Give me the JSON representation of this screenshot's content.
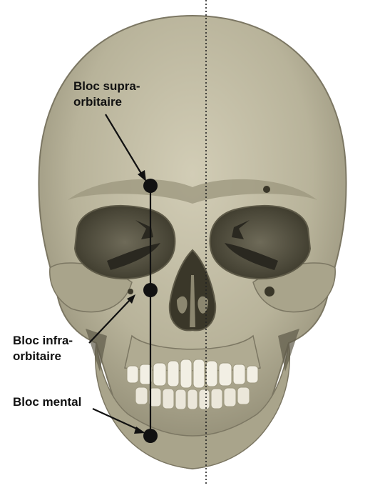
{
  "labels": {
    "supraorbital": {
      "line1": "Bloc supra-",
      "line2": "orbitaire"
    },
    "infraorbital": {
      "line1": "Bloc infra-",
      "line2": "orbitaire"
    },
    "mental": {
      "line1": "Bloc mental"
    }
  },
  "colors": {
    "bone": "#b8b39a",
    "bone_shadow": "#8c8770",
    "bone_dark": "#5e5a48",
    "cavity": "#3a3729",
    "teeth": "#f2efe4",
    "marker": "#111111"
  },
  "icons": {
    "skull": "skull-illustration",
    "midline": "dotted-midline",
    "nerve_points": "nerve-block-point-icon"
  }
}
